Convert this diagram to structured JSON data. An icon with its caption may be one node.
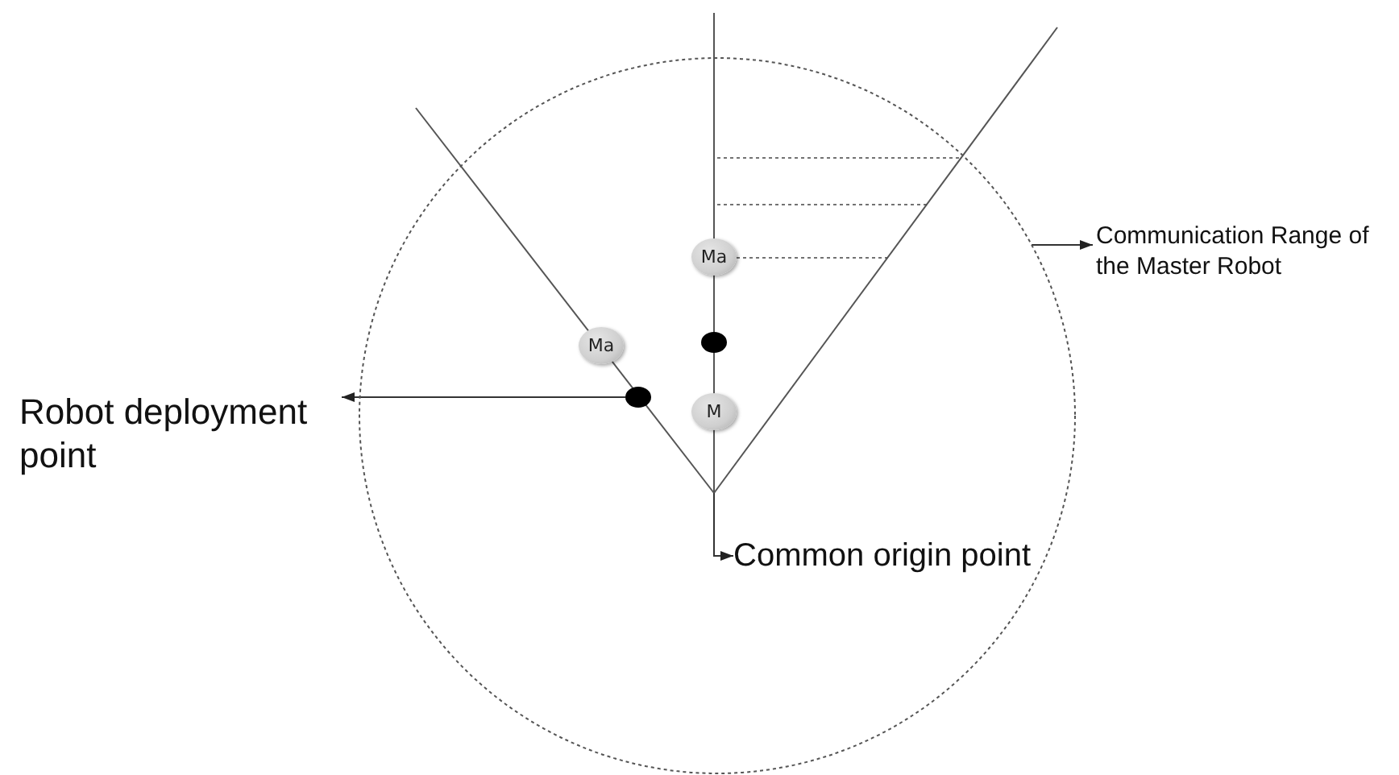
{
  "diagram": {
    "nodes": [
      {
        "text": [],
        "shape": "circle"
      },
      {
        "text": [
          "Ma"
        ],
        "in": 0
      },
      {
        "text": [],
        "shape": "circle",
        "in": 0
      },
      {
        "text": [
          "M"
        ],
        "in": 0
      },
      {
        "text": [
          "Ma"
        ],
        "in": 0
      },
      {
        "text": [],
        "shape": "circle",
        "in": 0
      },
      {
        "text": [
          "Robot deployment point"
        ]
      },
      {
        "text": [
          "Common origin point"
        ],
        "in": 0
      },
      {
        "text": [
          "Communication Range of the Master Robot"
        ]
      }
    ],
    "edges": [
      {
        "from": 5,
        "to": 6,
        "arrow": "to"
      },
      {
        "from": null,
        "to": 7,
        "arrow": "to"
      },
      {
        "from": 0,
        "to": 8,
        "arrow": "to"
      }
    ]
  }
}
